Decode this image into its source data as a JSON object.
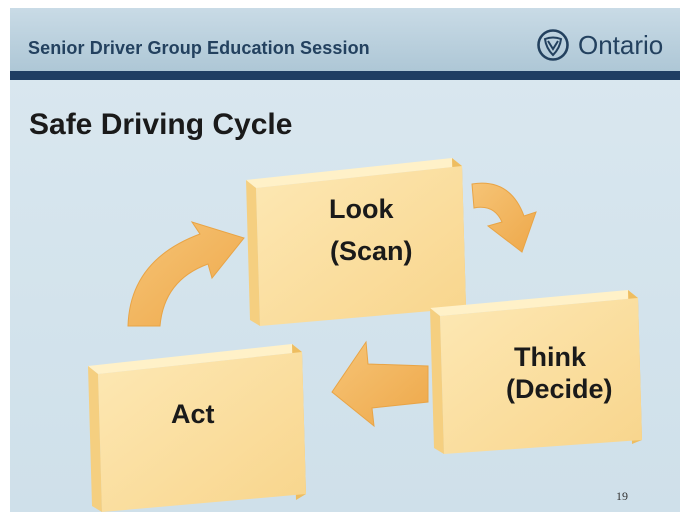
{
  "header": {
    "title": "Senior Driver Group Education Session",
    "logo_text": "Ontario",
    "logo_icon": "trillium-icon"
  },
  "slide": {
    "title": "Safe Driving Cycle",
    "page_number": "19"
  },
  "cycle": {
    "steps": [
      {
        "line1": "Look",
        "line2": "(Scan)"
      },
      {
        "line1": "Think",
        "line2": "(Decide)"
      },
      {
        "line1": "Act",
        "line2": ""
      }
    ],
    "arrow_icon": "curved-arrow-icon"
  },
  "colors": {
    "header_bar": "#1f3e63",
    "box_face": "#fbe0a0",
    "box_side": "#f5c86a",
    "arrow": "#f2b35a",
    "background": "#d5e5ee"
  }
}
